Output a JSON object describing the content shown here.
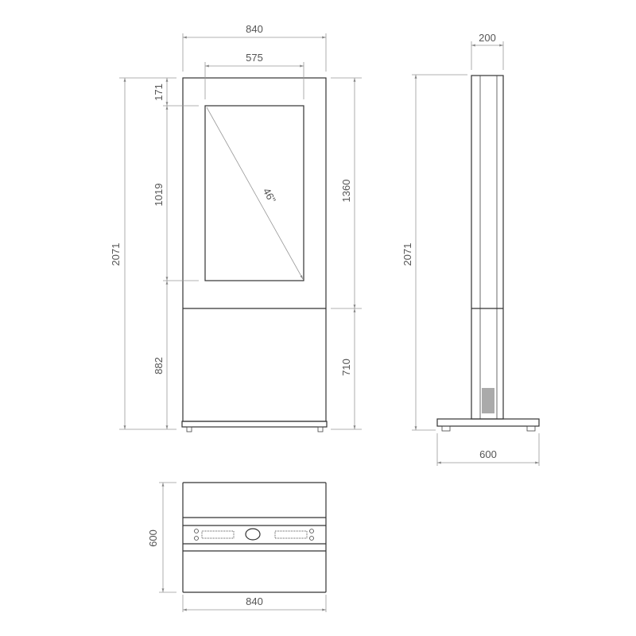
{
  "front_view": {
    "width_label": "840",
    "screen_width_label": "575",
    "height_label": "2071",
    "top_bezel_label": "171",
    "screen_height_label": "1019",
    "lower_height_label": "882",
    "upper_height_label": "1360",
    "cabinet_height_label": "710",
    "diagonal_label": "46\""
  },
  "side_view": {
    "depth_label": "200",
    "height_label": "2071",
    "base_label": "600"
  },
  "top_view": {
    "depth_label": "600",
    "width_label": "840"
  },
  "colors": {
    "outline": "#333333",
    "dimension": "#999999",
    "text": "#555555"
  }
}
